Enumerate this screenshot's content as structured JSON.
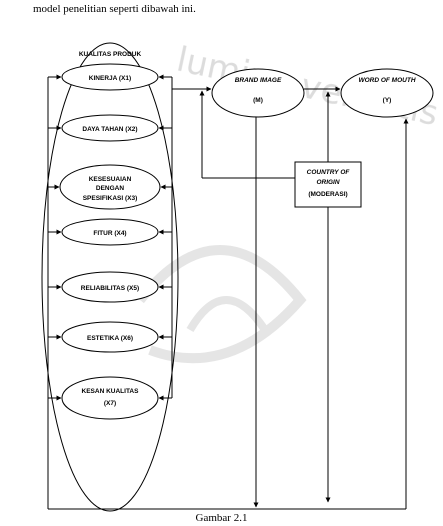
{
  "intro_text": "model penelitian seperti dibawah ini.",
  "caption": "Gambar 2.1",
  "watermark": "lumine veritatis",
  "diagram": {
    "group_title": "KUALITAS PRODUK",
    "indicators": [
      {
        "lines": [
          "KINERJA (X1)"
        ]
      },
      {
        "lines": [
          "DAYA TAHAN (X2)"
        ]
      },
      {
        "lines": [
          "KESESUAIAN",
          "DENGAN",
          "SPESIFIKASI (X3)"
        ]
      },
      {
        "lines": [
          "FITUR (X4)"
        ]
      },
      {
        "lines": [
          "RELIABILITAS (X5)"
        ]
      },
      {
        "lines": [
          "ESTETIKA (X6)"
        ]
      },
      {
        "lines": [
          "KESAN KUALITAS",
          "(X7)"
        ]
      }
    ],
    "brand_image": {
      "title": "BRAND IMAGE",
      "code": "(M)"
    },
    "word_of_mouth": {
      "title": "WORD OF MOUTH",
      "code": "(Y)"
    },
    "moderator": {
      "lines": [
        "COUNTRY OF",
        "ORIGIN",
        "(MODERASI)"
      ]
    }
  }
}
